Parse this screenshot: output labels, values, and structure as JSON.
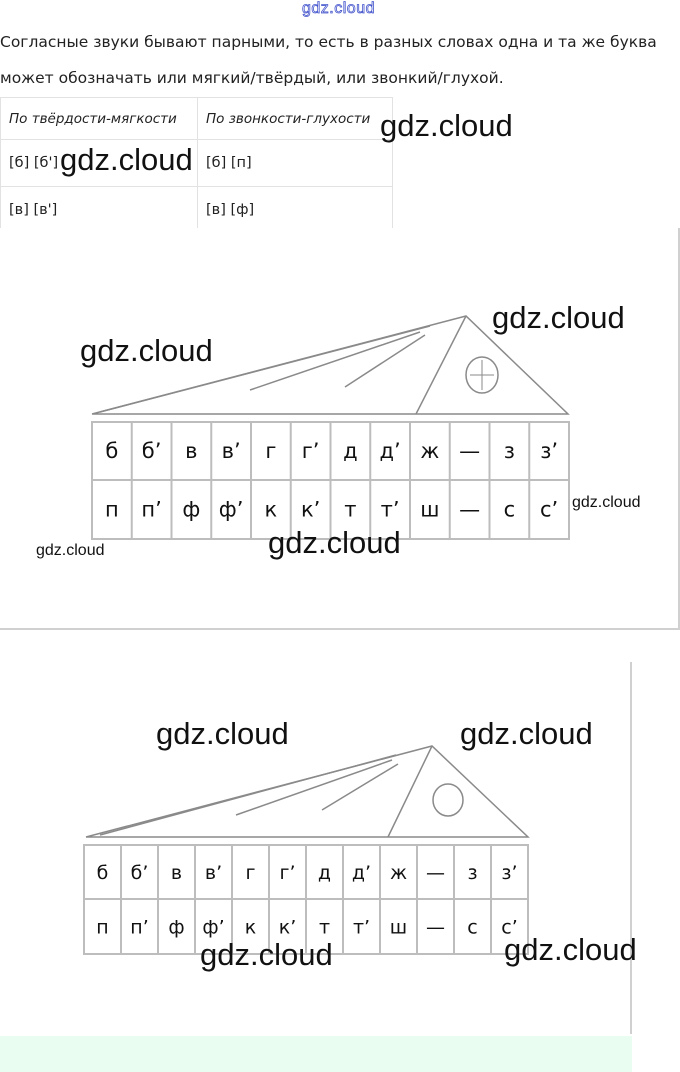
{
  "watermark_top": "gdz.cloud",
  "watermarks": [
    "gdz.cloud",
    "gdz.cloud",
    "gdz.cloud",
    "gdz.cloud",
    "gdz.cloud",
    "gdz.cloud",
    "gdz.cloud",
    "gdz.cloud",
    "gdz.cloud",
    "gdz.cloud"
  ],
  "paragraph": {
    "line1": "Согласные звуки бывают парными, то есть в разных словах одна и та же буква",
    "line2": "может обозначать или мягкий/твёрдый, или звонкий/глухой."
  },
  "table": {
    "headers": [
      "По твёрдости-мягкости",
      "По звонкости-глухости"
    ],
    "rows": [
      [
        "[б] [б']",
        "[б] [п]"
      ],
      [
        "[в] [в']",
        "[в] [ф]"
      ]
    ]
  },
  "house": {
    "row_top": [
      "б",
      "б’",
      "в",
      "в’",
      "г",
      "г’",
      "д",
      "д’",
      "ж",
      "—",
      "з",
      "з’"
    ],
    "row_bottom": [
      "п",
      "п’",
      "ф",
      "ф’",
      "к",
      "к’",
      "т",
      "т’",
      "ш",
      "—",
      "с",
      "с’"
    ]
  },
  "colors": {
    "border": "#d0d0d0",
    "line": "#999999",
    "green_band": "#e9fdf0",
    "watermark_top_stroke": "#4455cc"
  }
}
